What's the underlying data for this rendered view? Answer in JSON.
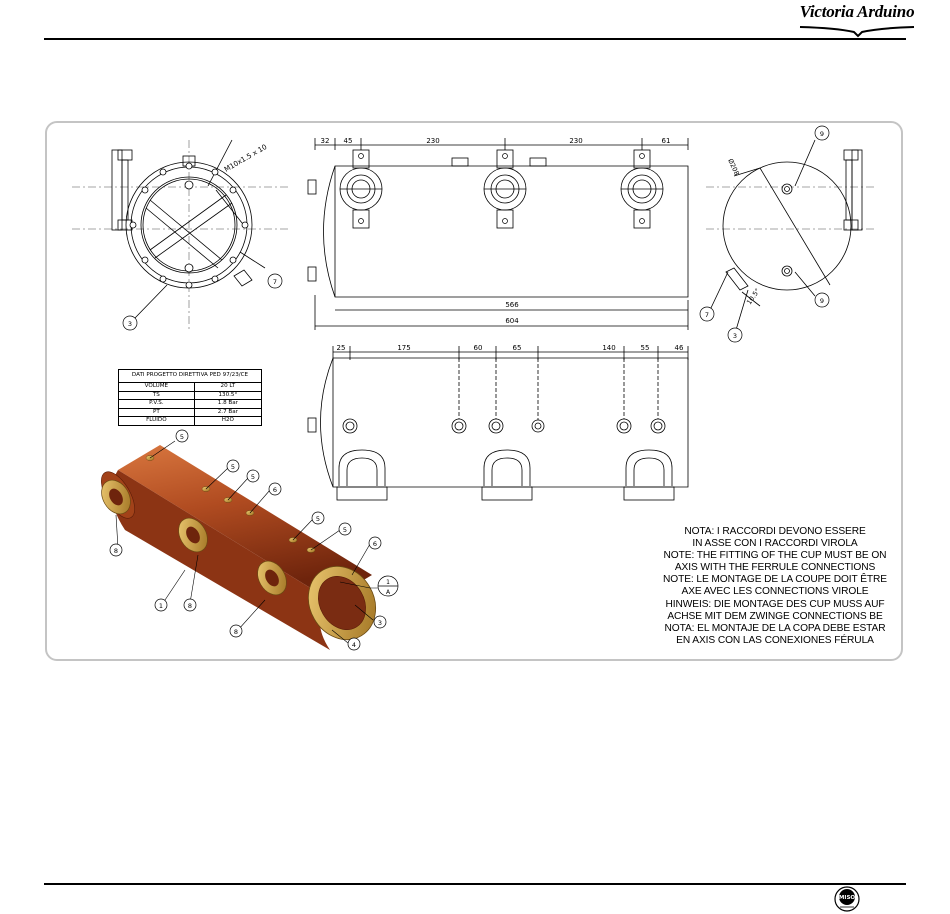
{
  "header": {
    "brand": "Victoria Arduino"
  },
  "dimensions": {
    "top_view": [
      "32",
      "45",
      "230",
      "230",
      "61",
      "566",
      "604"
    ],
    "front_view": [
      "25",
      "175",
      "60",
      "65",
      "140",
      "55",
      "46"
    ],
    "end_view_left": "M10x1.5 x 10",
    "end_view_right_dia": "Ø208",
    "end_view_right_angle": "10.5°"
  },
  "callouts": {
    "left_end_view": [
      "7",
      "3"
    ],
    "right_end_view": [
      "9",
      "9",
      "7",
      "3"
    ],
    "iso_view": [
      "5",
      "5",
      "5",
      "6",
      "5",
      "5",
      "6",
      "8",
      "1",
      "8",
      "8",
      "3",
      "4",
      "A"
    ],
    "section_marker": "1"
  },
  "ped_table": {
    "title": "DATI PROGETTO DIRETTIVA PED 97/23/CE",
    "rows": [
      {
        "label": "VOLUME",
        "value": "20 LT"
      },
      {
        "label": "TS",
        "value": "130.5°"
      },
      {
        "label": "P.V.S.",
        "value": "1.8 Bar"
      },
      {
        "label": "PT",
        "value": "2.7 Bar"
      },
      {
        "label": "FLUIDO",
        "value": "H2O"
      }
    ]
  },
  "note": [
    "NOTA: I RACCORDI DEVONO ESSERE",
    "IN ASSE CON I RACCORDI VIROLA",
    "NOTE: THE FITTING OF THE CUP MUST BE ON",
    "AXIS WITH THE FERRULE CONNECTIONS",
    "NOTE: LE MONTAGE DE LA COUPE DOIT ÊTRE",
    "AXE AVEC LES CONNECTIONS VIROLE",
    "HINWEIS: DIE MONTAGE DES CUP MUSS AUF",
    "ACHSE MIT DEM ZWINGE CONNECTIONS BE",
    "NOTA: EL MONTAJE DE LA COPA DEBE ESTAR",
    "EN AXIS CON LAS CONEXIONES FÉRULA"
  ],
  "footer": {
    "logo_text": "MISO"
  },
  "colors": {
    "copper": "#b8532a",
    "copper_dark": "#7a2c12",
    "brass": "#c99a3c",
    "frame": "#c4c4c4"
  }
}
